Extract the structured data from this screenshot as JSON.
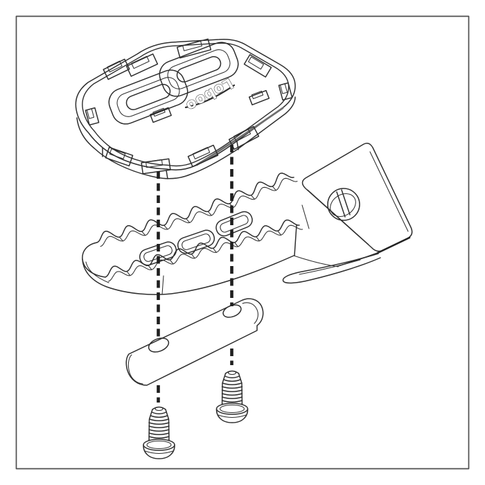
{
  "canvas": {
    "background": "#ffffff",
    "border_color": "#4f4f4f",
    "ink": "#2e2e2e",
    "shadow_gray": "#6e6e6e",
    "dash_color": "#1f1f1f"
  },
  "diagram": {
    "type": "exploded-assembly-line-drawing",
    "logo_text": "Loboo",
    "parts": [
      "footpeg-pad-cover",
      "serrated-footpeg-body",
      "mounting-bracket-with-pivot-hole",
      "clamp-bar-with-two-holes",
      "button-head-screw-left",
      "button-head-screw-right"
    ],
    "guides": [
      "left-dashed-alignment-line",
      "right-dashed-alignment-line"
    ]
  }
}
